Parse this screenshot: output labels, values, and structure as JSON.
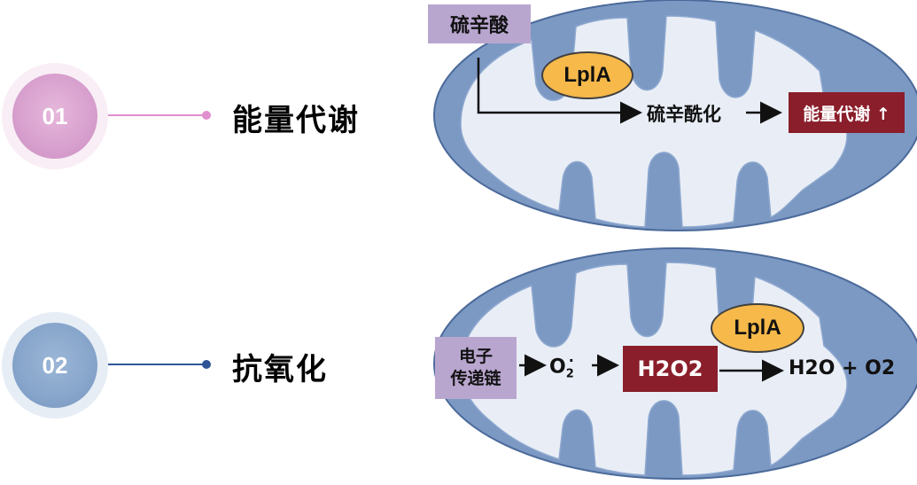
{
  "rows": [
    {
      "number": "01",
      "heading": "能量代谢",
      "source_box": "硫辛酸",
      "enzyme": "LplA",
      "intermediate": "硫辛酰化",
      "result_box": "能量代谢 ↑"
    },
    {
      "number": "02",
      "heading": "抗氧化",
      "source_box_line1": "电子",
      "source_box_line2": "传递链",
      "superoxide": "O",
      "superoxide_sub": "2",
      "superoxide_sup": "·",
      "peroxide_box": "H2O2",
      "enzyme": "LplA",
      "products": "H2O + O2"
    }
  ],
  "colors": {
    "pink_accent": "#d79fcd",
    "blue_accent": "#2f5597",
    "mito_outer": "#7c99c4",
    "mito_inner": "#e9eef6",
    "purple_box": "#b9a6cf",
    "maroon_box": "#8a1e2b",
    "enzyme_oval": "#f6b94a"
  }
}
